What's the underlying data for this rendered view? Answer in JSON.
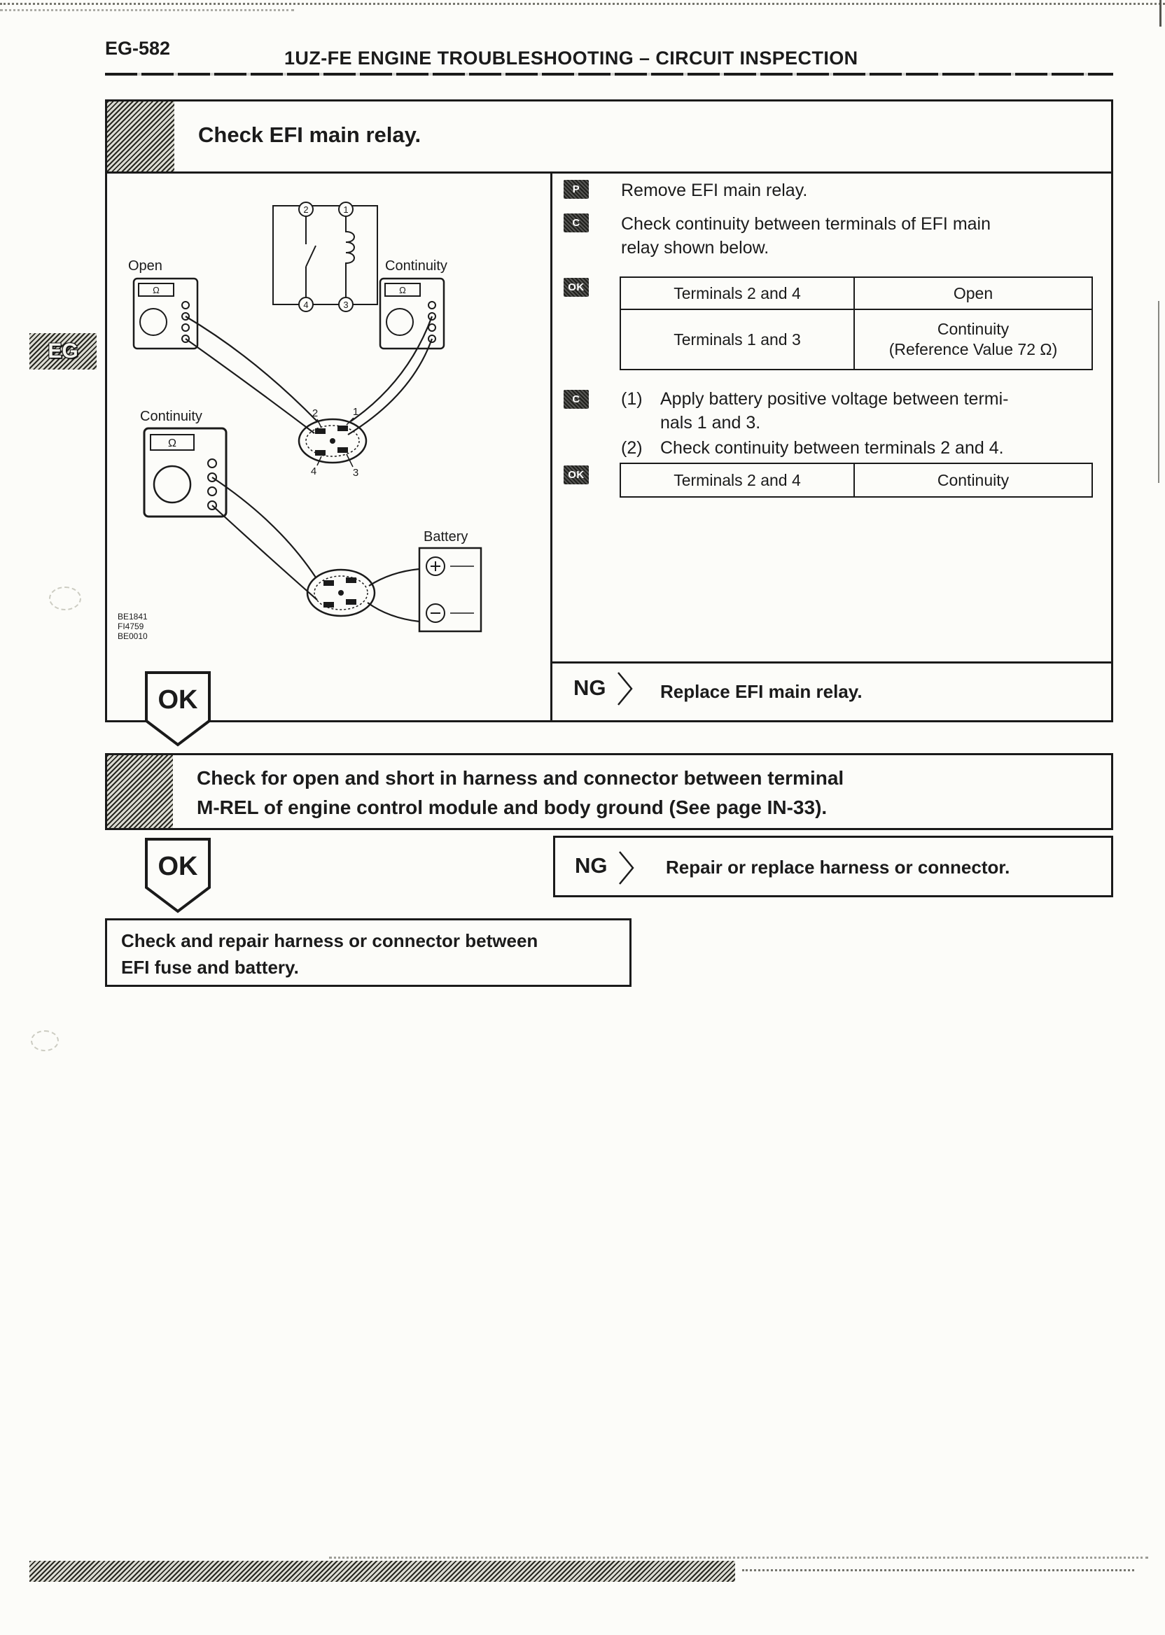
{
  "page": {
    "number": "EG-582",
    "header": "1UZ-FE ENGINE TROUBLESHOOTING – CIRCUIT INSPECTION",
    "side_tab": "EG"
  },
  "badges": {
    "ok": "OK",
    "ng": "NG"
  },
  "step1": {
    "title": "Check EFI main relay.",
    "prepare": {
      "icon": "P",
      "text": "Remove EFI main relay."
    },
    "check1": {
      "icon": "C",
      "line1": "Check continuity between terminals of EFI main",
      "line2": "relay shown below."
    },
    "ok_icon": "OK",
    "table1": {
      "rows": [
        {
          "terminals": "Terminals 2 and 4",
          "result1": "Open",
          "result2": ""
        },
        {
          "terminals": "Terminals 1 and 3",
          "result1": "Continuity",
          "result2": "(Reference Value 72 Ω)"
        }
      ]
    },
    "check2": {
      "icon": "C",
      "item1_num": "(1)",
      "item1_line1": "Apply battery positive voltage between termi-",
      "item1_line2": "nals 1 and 3.",
      "item2_num": "(2)",
      "item2_text": "Check continuity between terminals 2 and 4."
    },
    "table2": {
      "terminals": "Terminals 2 and 4",
      "result": "Continuity"
    },
    "ng_action": "Replace EFI main relay.",
    "diagram": {
      "open_label": "Open",
      "continuity_right": "Continuity",
      "continuity_left": "Continuity",
      "battery_label": "Battery",
      "ohm": "Ω",
      "t1": "1",
      "t2": "2",
      "t3": "3",
      "t4": "4",
      "codes": {
        "c1": "BE1841",
        "c2": "FI4759",
        "c3": "BE0010"
      }
    }
  },
  "step2": {
    "line1": "Check for open and short in harness and connector between terminal",
    "line2": "M-REL of engine control module and body ground (See page IN-33).",
    "ng_action": "Repair or replace harness or connector."
  },
  "final_check": {
    "line1": "Check and repair harness or connector between",
    "line2": "EFI fuse and battery."
  }
}
